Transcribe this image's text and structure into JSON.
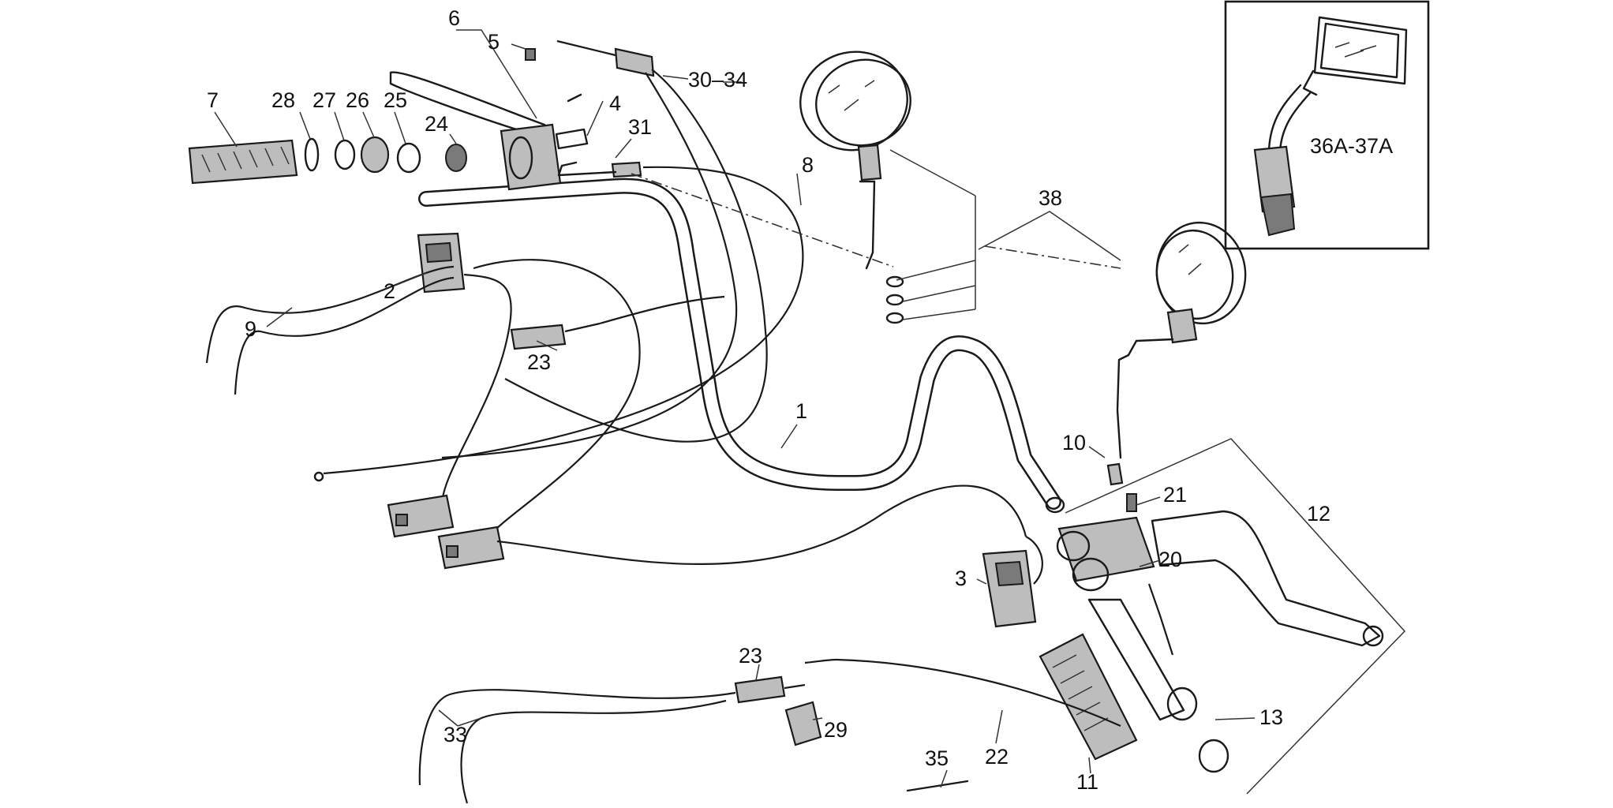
{
  "diagram": {
    "callouts": [
      {
        "id": "6",
        "text": "6"
      },
      {
        "id": "5",
        "text": "5"
      },
      {
        "id": "30-34",
        "text": "30–34"
      },
      {
        "id": "7",
        "text": "7"
      },
      {
        "id": "28",
        "text": "28"
      },
      {
        "id": "27",
        "text": "27"
      },
      {
        "id": "26",
        "text": "26"
      },
      {
        "id": "25",
        "text": "25"
      },
      {
        "id": "4",
        "text": "4"
      },
      {
        "id": "24",
        "text": "24"
      },
      {
        "id": "31",
        "text": "31"
      },
      {
        "id": "8",
        "text": "8"
      },
      {
        "id": "2",
        "text": "2"
      },
      {
        "id": "9",
        "text": "9"
      },
      {
        "id": "23a",
        "text": "23"
      },
      {
        "id": "38",
        "text": "38"
      },
      {
        "id": "36a37a",
        "text": "36A-37A"
      },
      {
        "id": "1",
        "text": "1"
      },
      {
        "id": "10",
        "text": "10"
      },
      {
        "id": "21",
        "text": "21"
      },
      {
        "id": "12",
        "text": "12"
      },
      {
        "id": "20",
        "text": "20"
      },
      {
        "id": "3",
        "text": "3"
      },
      {
        "id": "23b",
        "text": "23"
      },
      {
        "id": "29",
        "text": "29"
      },
      {
        "id": "33",
        "text": "33"
      },
      {
        "id": "13",
        "text": "13"
      },
      {
        "id": "22",
        "text": "22"
      },
      {
        "id": "35",
        "text": "35"
      },
      {
        "id": "11",
        "text": "11"
      }
    ]
  }
}
